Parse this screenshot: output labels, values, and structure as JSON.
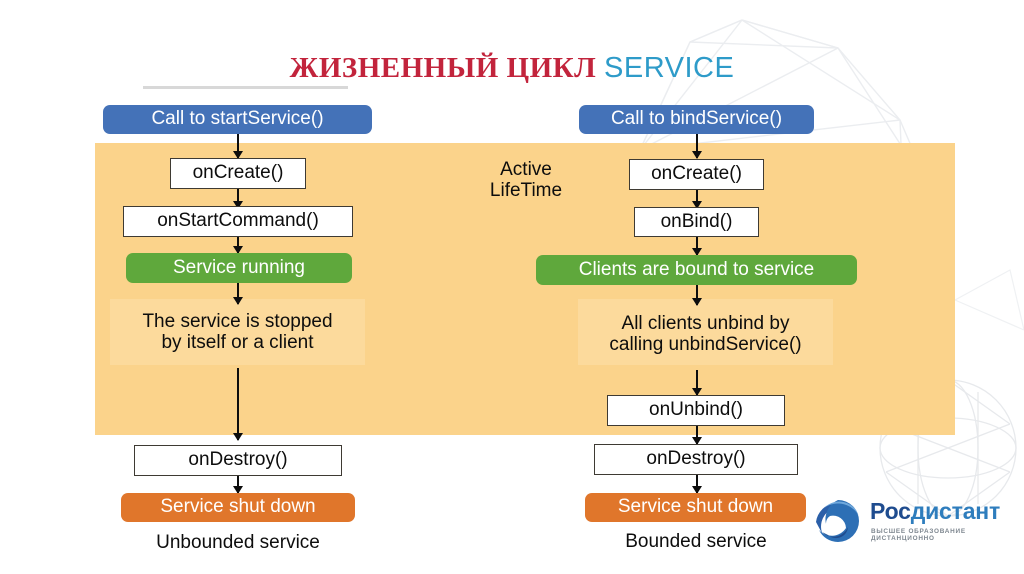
{
  "slide": {
    "title_ru": "ЖИЗНЕННЫЙ ЦИКЛ",
    "title_en": "SERVICE",
    "active_lifetime_label_line1": "Active",
    "active_lifetime_label_line2": "LifeTime"
  },
  "colors": {
    "title_red": "#C2243C",
    "title_blue": "#2E9BC9",
    "panel_orange": "#FBD38B",
    "panel_orange_light": "#FCDA9C",
    "node_blue": "#4472B8",
    "node_green": "#5FA83C",
    "node_orange": "#E0762B",
    "node_border": "#3E3A33",
    "text_dark": "#0D0D0D"
  },
  "unbounded_flow": {
    "caption": "Unbounded service",
    "steps": [
      {
        "label": "Call to startService()",
        "kind": "blue"
      },
      {
        "label": "onCreate()",
        "kind": "plain"
      },
      {
        "label": "onStartCommand()",
        "kind": "plain"
      },
      {
        "label": "Service running",
        "kind": "green"
      },
      {
        "label_line1": "The service is stopped",
        "label_line2": "by itself or a client",
        "kind": "text"
      },
      {
        "label": "onDestroy()",
        "kind": "plain"
      },
      {
        "label": "Service shut down",
        "kind": "orange"
      }
    ]
  },
  "bounded_flow": {
    "caption": "Bounded service",
    "steps": [
      {
        "label": "Call to bindService()",
        "kind": "blue"
      },
      {
        "label": "onCreate()",
        "kind": "plain"
      },
      {
        "label": "onBind()",
        "kind": "plain"
      },
      {
        "label": "Clients are bound to service",
        "kind": "green"
      },
      {
        "label_line1": "All clients unbind by",
        "label_line2": "calling unbindService()",
        "kind": "text"
      },
      {
        "label": "onUnbind()",
        "kind": "plain"
      },
      {
        "label": "onDestroy()",
        "kind": "plain"
      },
      {
        "label": "Service shut down",
        "kind": "orange"
      }
    ]
  },
  "logo": {
    "word_part1": "Рос",
    "word_part2": "дистант",
    "tagline": "ВЫСШЕЕ ОБРАЗОВАНИЕ ДИСТАНЦИОННО"
  }
}
